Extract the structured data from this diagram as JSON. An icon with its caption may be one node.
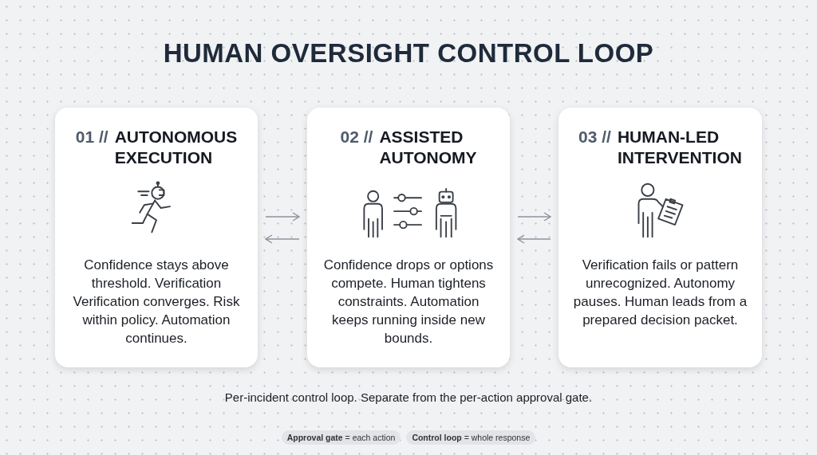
{
  "diagram": {
    "title": "HUMAN OVERSIGHT CONTROL LOOP",
    "caption": "Per-incident control loop. Separate from the per-action approval gate.",
    "nodes": [
      {
        "text": [
          "01 //",
          "AUTONOMOUS EXECUTION",
          "Confidence stays above threshold. Verification Verification converges. Risk within policy. Automation continues."
        ]
      },
      {
        "text": [
          "02 //",
          "ASSISTED AUTONOMY",
          "Confidence drops or options compete. Human tightens constraints. Automation keeps running inside new bounds."
        ]
      },
      {
        "text": [
          "03 //",
          "HUMAN-LED INTERVENTION",
          "Verification fails or pattern unrecognized. Autonomy pauses. Human leads from a prepared decision packet."
        ]
      }
    ],
    "edges": [
      {
        "from": 0,
        "to": 1,
        "arrow": "to"
      },
      {
        "from": 1,
        "to": 0,
        "arrow": "to"
      },
      {
        "from": 1,
        "to": 2,
        "arrow": "to"
      },
      {
        "from": 2,
        "to": 1,
        "arrow": "to"
      }
    ],
    "labels": [
      "**Approval gate** = each action",
      "**Control loop** = whole response"
    ]
  }
}
